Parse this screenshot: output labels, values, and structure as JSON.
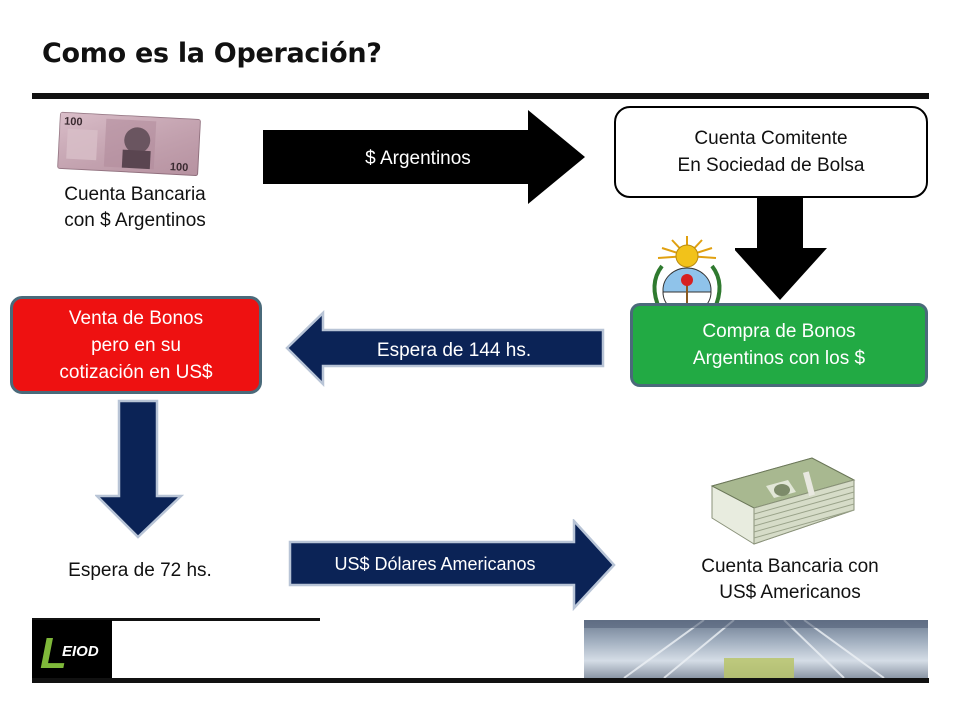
{
  "title": "Como es la Operación?",
  "nodes": {
    "bank_ars": "Cuenta Bancaria\ncon $ Argentinos",
    "comitente": "Cuenta Comitente\nEn Sociedad de Bolsa",
    "compra": "Compra de Bonos\nArgentinos con los $",
    "venta": "Venta de Bonos\npero en su\ncotización en US$",
    "espera72": "Espera de 72 hs.",
    "bank_usd": "Cuenta Bancaria con\nUS$ Americanos"
  },
  "arrows": {
    "ars": "$ Argentinos",
    "espera144": "Espera de 144 hs.",
    "usd": "US$ Dólares Americanos"
  },
  "banknote": {
    "denomination": "100"
  },
  "logo": {
    "text": "LEIOD"
  },
  "colors": {
    "venta_fill": "#ee1111",
    "compra_fill": "#22aa44",
    "navy": "#0b2356",
    "black": "#000000"
  }
}
